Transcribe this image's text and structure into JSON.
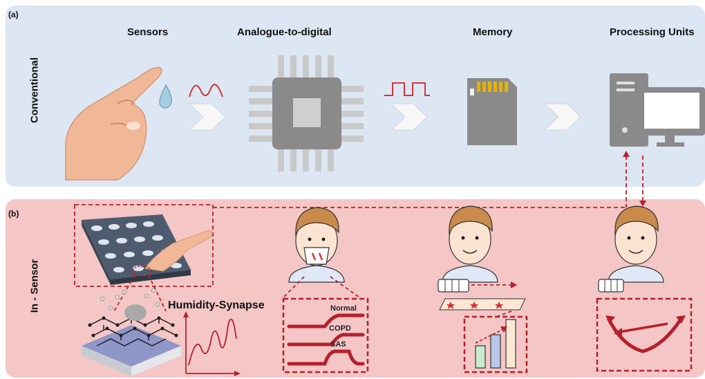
{
  "panel_a": {
    "label": "(a)",
    "side_label": "Conventional",
    "stages": [
      "Sensors",
      "Analogue-to-digital",
      "Memory",
      "Processing Units"
    ]
  },
  "panel_b": {
    "label": "(b)",
    "side_label": "In - Sensor",
    "humidity_label": "Humidity-Synapse",
    "breathing_conditions": [
      "Normal",
      "COPD",
      "SAS"
    ]
  },
  "colors": {
    "conventional_bg": "#dde6f3",
    "insensor_bg": "#f4c6c6",
    "accent_red": "#b5202b",
    "chip_gray": "#8a8a8a"
  }
}
